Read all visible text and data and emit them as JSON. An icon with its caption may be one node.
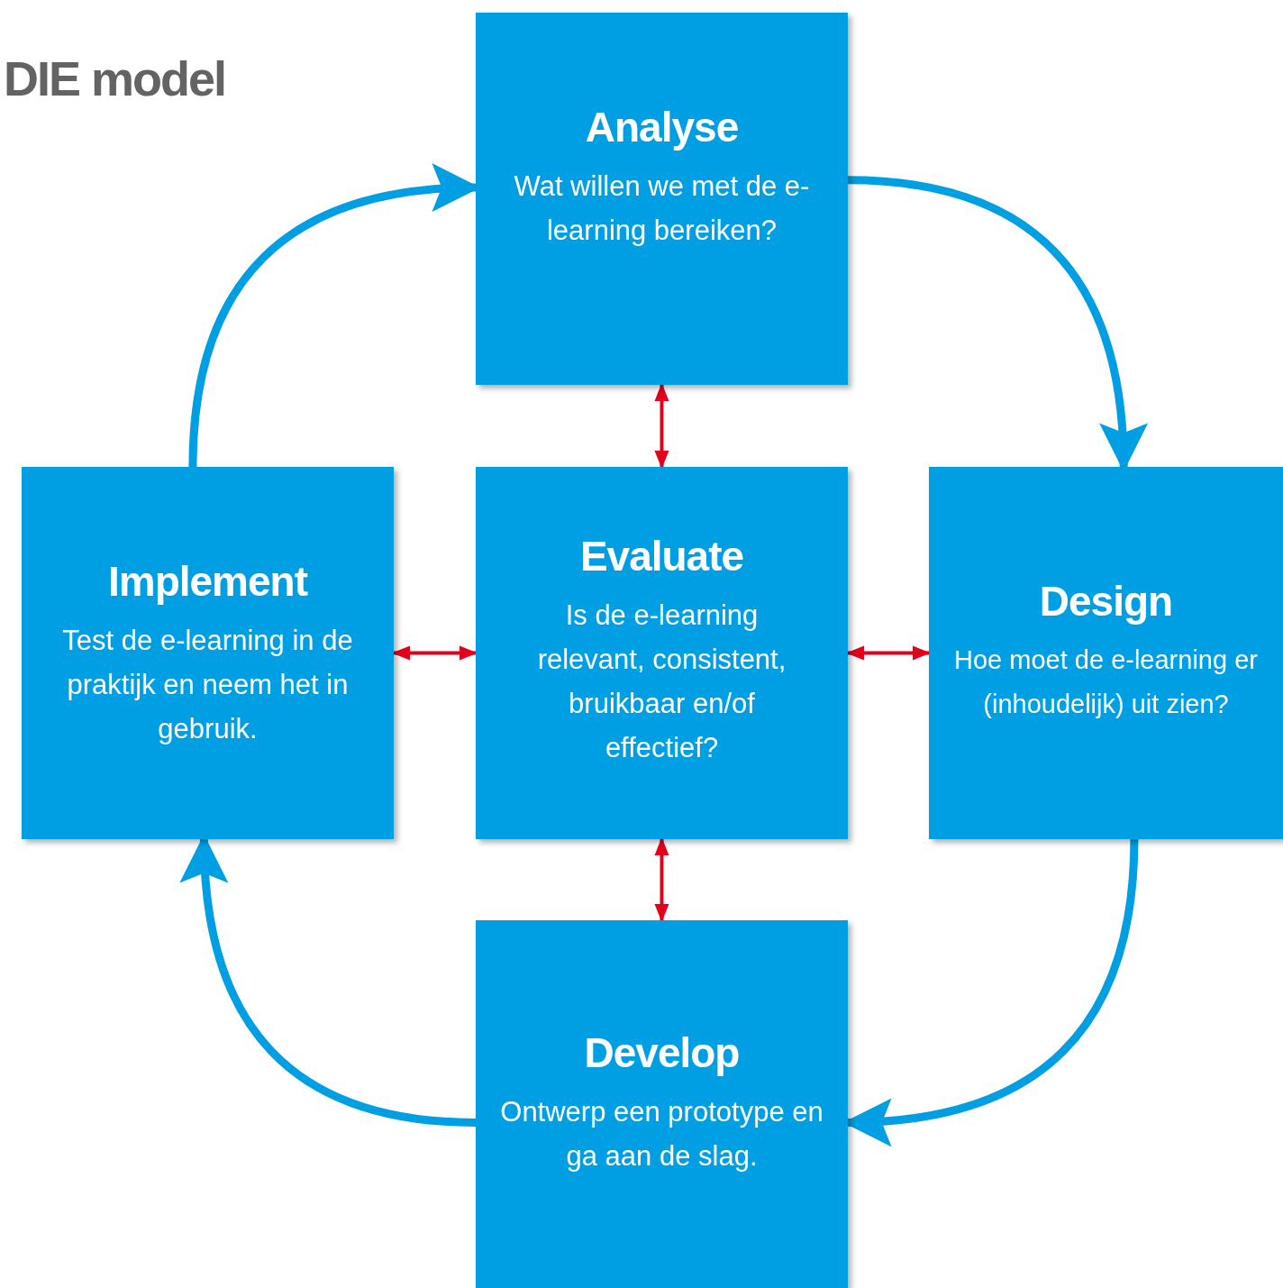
{
  "diagram": {
    "title": "DIE model",
    "nodes": [
      {
        "text": [
          "Analyse",
          "Wat willen we met de e-learning bereiken?"
        ]
      },
      {
        "text": [
          "Implement",
          "Test de e-learning in de praktijk en neem het in gebruik."
        ]
      },
      {
        "text": [
          "Evaluate",
          "Is de e-learning relevant, consistent, bruikbaar en/of effectief?"
        ]
      },
      {
        "text": [
          "Design",
          "Hoe moet de e-learning er (inhoudelijk) uit zien?"
        ]
      },
      {
        "text": [
          "Develop",
          "Ontwerp een prototype en ga aan de slag."
        ]
      }
    ],
    "edges": [
      {
        "from": 0,
        "to": 3,
        "arrow": "to",
        "style": "thick",
        "color": "#009fe3"
      },
      {
        "from": 3,
        "to": 4,
        "arrow": "to",
        "style": "thick",
        "color": "#009fe3"
      },
      {
        "from": 4,
        "to": 1,
        "arrow": "to",
        "style": "thick",
        "color": "#009fe3"
      },
      {
        "from": 1,
        "to": 0,
        "arrow": "to",
        "style": "thick",
        "color": "#009fe3"
      },
      {
        "from": 0,
        "to": 2,
        "arrow": "both",
        "color": "#e2001a"
      },
      {
        "from": 1,
        "to": 2,
        "arrow": "both",
        "color": "#e2001a"
      },
      {
        "from": 2,
        "to": 3,
        "arrow": "both",
        "color": "#e2001a"
      },
      {
        "from": 2,
        "to": 4,
        "arrow": "both",
        "color": "#e2001a"
      }
    ]
  }
}
